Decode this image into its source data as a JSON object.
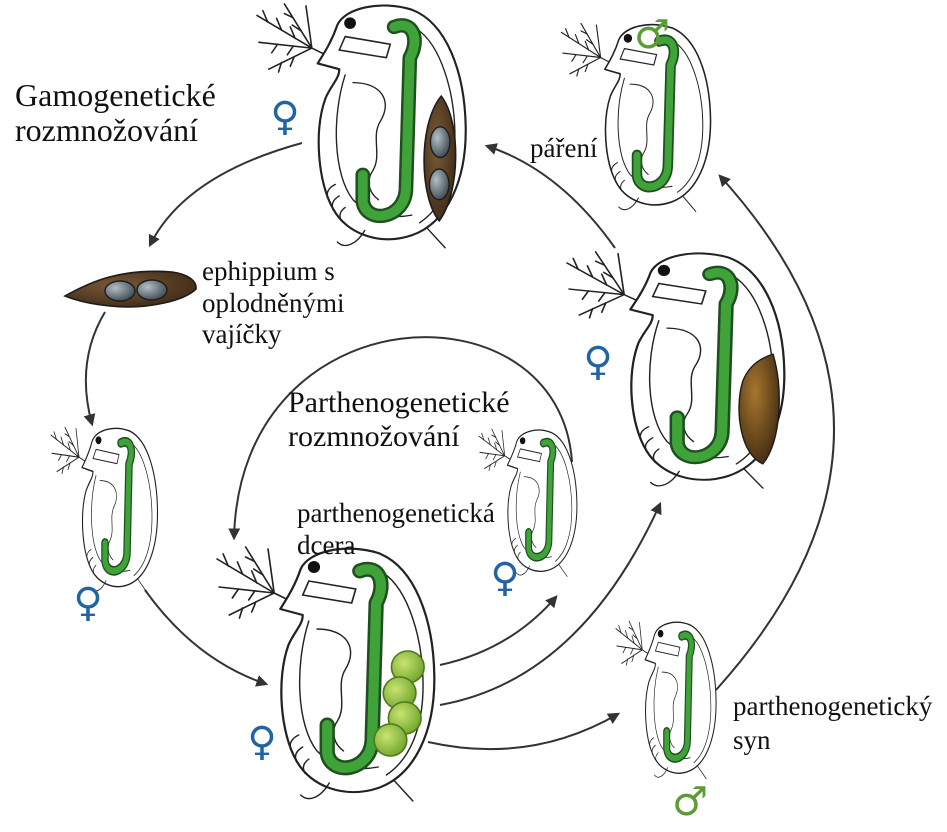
{
  "labels": {
    "gamogenetic": [
      "Gamogenetické",
      "rozmnožování"
    ],
    "mating": "páření",
    "ephippium": [
      "ephippium s",
      "oplodněnými",
      "vajíčky"
    ],
    "parthenogenetic": [
      "Parthenogenetické",
      "rozmnožování"
    ],
    "daughter": [
      "parthenogenetická",
      "dcera"
    ],
    "son": [
      "parthenogenetický",
      "syn"
    ]
  },
  "symbols": {
    "female": "♀",
    "male": "♂"
  },
  "colors": {
    "female_symbol": "#2163a3",
    "male_symbol": "#5c9c34",
    "gut": "#3fa33a",
    "egg_green": "#6da22a",
    "ephippium": "#3b2815",
    "embryo": "#3a250e"
  }
}
